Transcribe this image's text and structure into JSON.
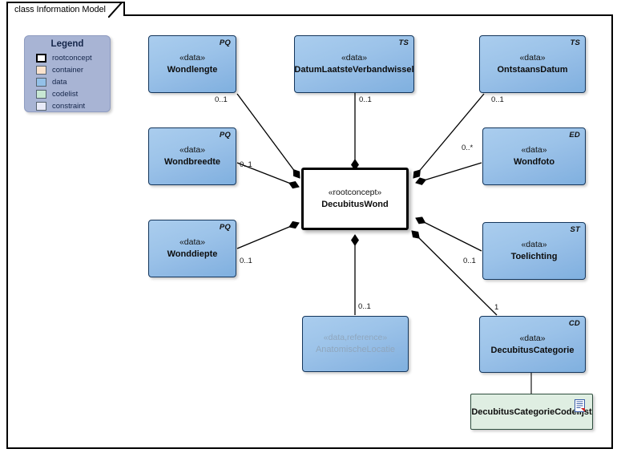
{
  "diagram": {
    "frame_label": "class Information Model"
  },
  "legend": {
    "title": "Legend",
    "items": [
      {
        "label": "rootconcept",
        "swatch": "rootconcept",
        "color": "#ffffff"
      },
      {
        "label": "container",
        "swatch": "container",
        "color": "#fae2cd"
      },
      {
        "label": "data",
        "swatch": "data",
        "color": "#93c0e8"
      },
      {
        "label": "codelist",
        "swatch": "codelist",
        "color": "#c7e7d3"
      },
      {
        "label": "constraint",
        "swatch": "constraint",
        "color": "#e8eaf8"
      }
    ]
  },
  "nodes": {
    "root": {
      "stereotype": "«rootconcept»",
      "name": "DecubitusWond",
      "marker": ""
    },
    "wondlengte": {
      "stereotype": "«data»",
      "name": "Wondlengte",
      "marker": "PQ"
    },
    "datumlaatsteverbandwissel": {
      "stereotype": "«data»",
      "name": "DatumLaatsteVerbandwissel",
      "marker": "TS"
    },
    "ontstaansdatum": {
      "stereotype": "«data»",
      "name": "OntstaansDatum",
      "marker": "TS"
    },
    "wondbreedte": {
      "stereotype": "«data»",
      "name": "Wondbreedte",
      "marker": "PQ"
    },
    "wondfoto": {
      "stereotype": "«data»",
      "name": "Wondfoto",
      "marker": "ED"
    },
    "wonddiepte": {
      "stereotype": "«data»",
      "name": "Wonddiepte",
      "marker": "PQ"
    },
    "toelichting": {
      "stereotype": "«data»",
      "name": "Toelichting",
      "marker": "ST"
    },
    "anatomischelocatie": {
      "stereotype": "«data,reference»",
      "name": "AnatomischeLocatie",
      "marker": ""
    },
    "decubituscategorie": {
      "stereotype": "«data»",
      "name": "DecubitusCategorie",
      "marker": "CD"
    },
    "decubituscategoriecodelijst": {
      "name": "DecubitusCategorieCodelijst",
      "icon": "document-icon"
    }
  },
  "multiplicities": {
    "wondlengte": "0..1",
    "datumlaatsteverbandwissel": "0..1",
    "ontstaansdatum": "0..1",
    "wondbreedte": "0..1",
    "wondfoto": "0..*",
    "wonddiepte": "0..1",
    "toelichting": "0..1",
    "anatomischelocatie": "0..1",
    "decubituscategorie": "1"
  },
  "colors": {
    "data_fill": "#93c0e8",
    "codelist_fill": "#dfeee2",
    "root_fill": "#ffffff",
    "legend_fill": "#a8b4d4",
    "line": "#000000",
    "faded_text": "#8fa6bd"
  }
}
